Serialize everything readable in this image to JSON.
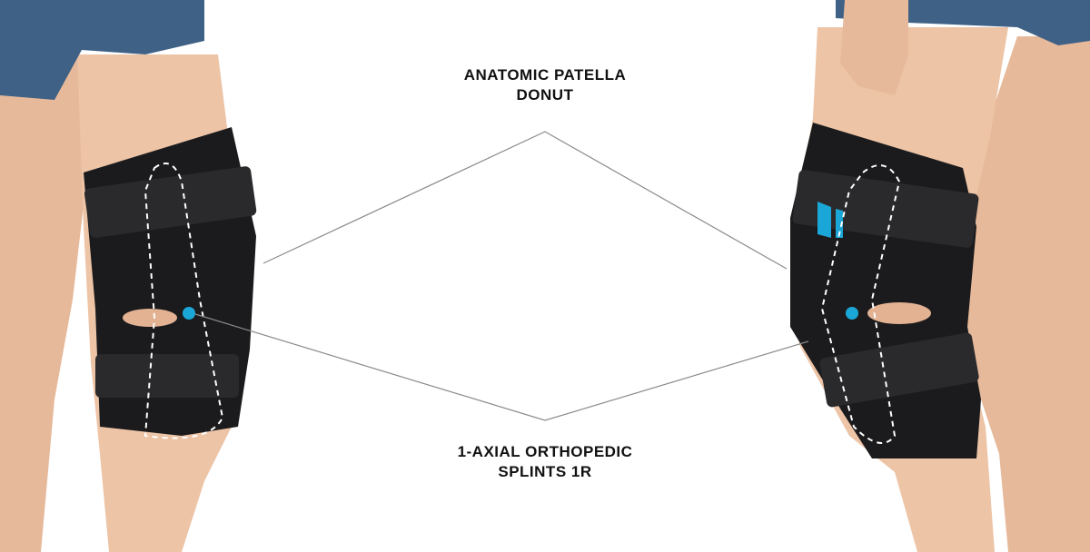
{
  "labels": {
    "top_line1": "ANATOMIC PATELLA",
    "top_line2": "DONUT",
    "bottom_line1": "1-AXIAL ORTHOPEDIC",
    "bottom_line2": "SPLINTS 1R"
  },
  "colors": {
    "skin": "#e9bfa1",
    "shorts": "#3f6186",
    "brace": "#1b1b1d",
    "strap": "#2a2a2c",
    "stitch": "#ffffff",
    "accent": "#1aa7d8",
    "line": "#8a8a8a"
  }
}
